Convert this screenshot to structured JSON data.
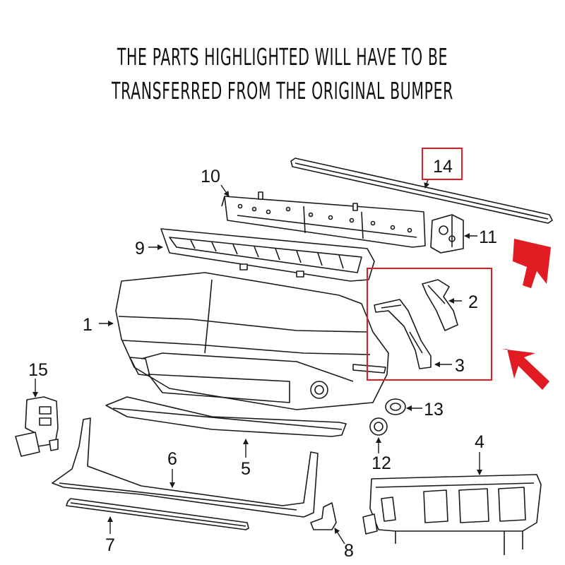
{
  "headline": {
    "line1": "THE PARTS HIGHLIGHTED WILL HAVE TO BE",
    "line2": "TRANSFERRED FROM THE ORIGINAL BUMPER"
  },
  "callouts": {
    "p1": "1",
    "p2": "2",
    "p3": "3",
    "p4": "4",
    "p5": "5",
    "p6": "6",
    "p7": "7",
    "p8": "8",
    "p9": "9",
    "p10": "10",
    "p11": "11",
    "p12": "12",
    "p13": "13",
    "p14": "14",
    "p15": "15"
  },
  "colors": {
    "highlight": "#e11b22",
    "line": "#1a1a1a"
  }
}
